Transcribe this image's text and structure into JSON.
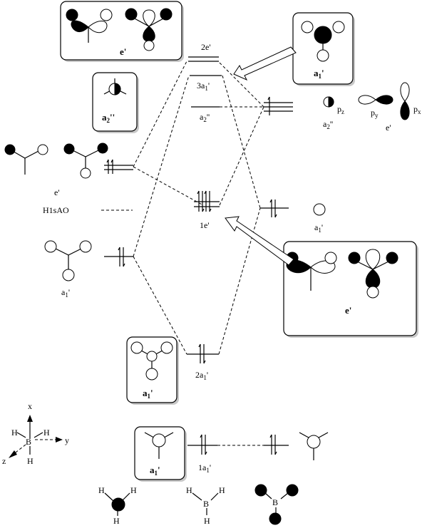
{
  "levels": {
    "two_e": {
      "main": "2e",
      "prime": "'"
    },
    "three_a1": {
      "main": "3a",
      "sub": "1",
      "prime": "'"
    },
    "a2pp": {
      "main": "a",
      "sub": "2",
      "prime": "''"
    },
    "one_e": {
      "main": "1e",
      "prime": "'"
    },
    "two_a1": {
      "main": "2a",
      "sub": "1",
      "prime": "'"
    },
    "one_a1": {
      "main": "1a",
      "sub": "1",
      "prime": "'"
    }
  },
  "ligand": {
    "e_label": {
      "main": "e",
      "prime": "'"
    },
    "h1s_label": "H1sAO",
    "a1_label": {
      "main": "a",
      "sub": "1",
      "prime": "'"
    }
  },
  "boron": {
    "pz": {
      "main": "p",
      "sub": "z"
    },
    "py": {
      "main": "p",
      "sub": "y"
    },
    "px": {
      "main": "p",
      "sub": "x"
    },
    "a2pp": {
      "main": "a",
      "sub": "2",
      "prime": "''"
    },
    "e": {
      "main": "e",
      "prime": "'"
    },
    "a1": {
      "main": "a",
      "sub": "1",
      "prime": "'"
    }
  },
  "boxes": {
    "top_e": {
      "main": "e",
      "prime": "'"
    },
    "a1_topright": {
      "main": "a",
      "sub": "1",
      "prime": "'"
    },
    "a2pp": {
      "main": "a",
      "sub": "2",
      "prime": "''"
    },
    "e_right": {
      "main": "e",
      "prime": "'"
    },
    "a1_mid": {
      "main": "a",
      "sub": "1",
      "prime": "'"
    },
    "a1_bottom": {
      "main": "a",
      "sub": "1",
      "prime": "'"
    }
  },
  "axes": {
    "x": "x",
    "y": "y",
    "z": "z",
    "B": "B",
    "H1": "H",
    "H2": "H",
    "H3": "H"
  },
  "molecules": {
    "m1_h1": "H",
    "m1_h2": "H",
    "m1_h3": "H",
    "m2_b": "B",
    "m2_h1": "H",
    "m2_h2": "H",
    "m2_h3": "H",
    "m3_b": "B"
  }
}
